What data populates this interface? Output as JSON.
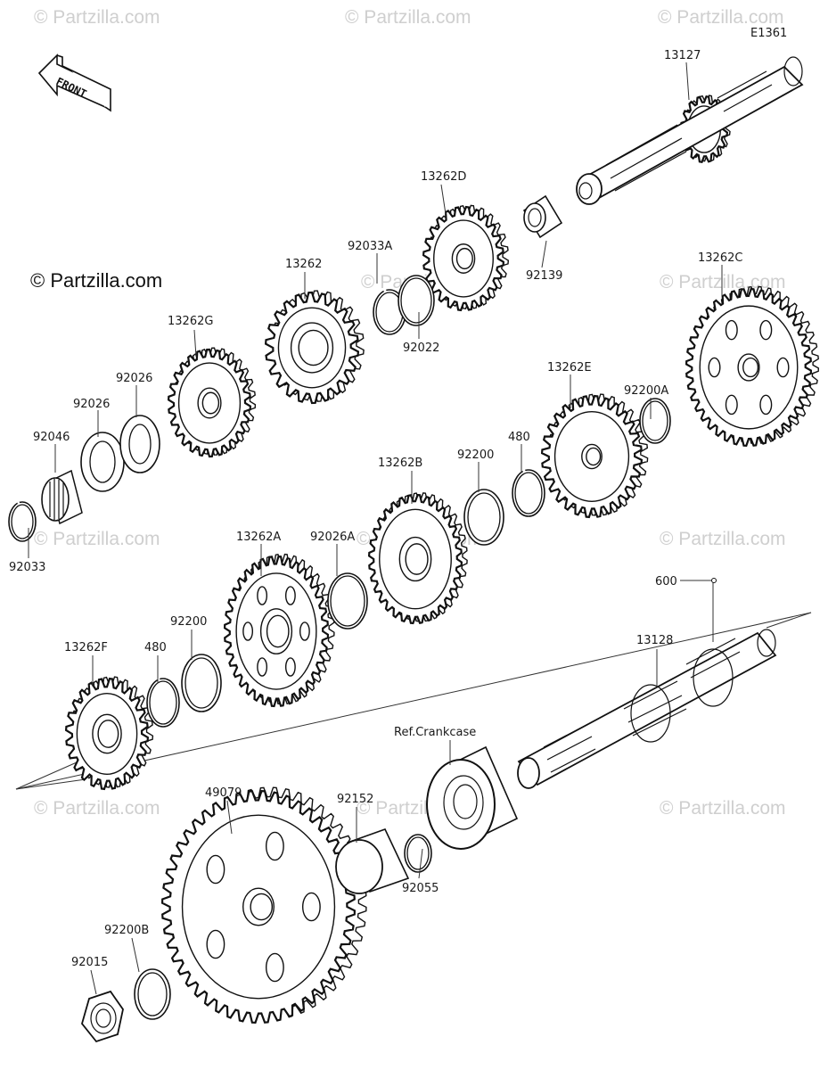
{
  "diagram": {
    "id_label": "E1361",
    "front_arrow_text": "FRONT",
    "copyright": "© Partzilla.com",
    "watermark": "© Partzilla.com",
    "ref_label": "Ref.Crankcase"
  },
  "parts": [
    {
      "key": "p13127",
      "label": "13127"
    },
    {
      "key": "p13262D",
      "label": "13262D"
    },
    {
      "key": "p92139",
      "label": "92139"
    },
    {
      "key": "p92033A",
      "label": "92033A"
    },
    {
      "key": "p92022",
      "label": "92022"
    },
    {
      "key": "p13262",
      "label": "13262"
    },
    {
      "key": "p13262G",
      "label": "13262G"
    },
    {
      "key": "p13262C",
      "label": "13262C"
    },
    {
      "key": "p92026a",
      "label": "92026"
    },
    {
      "key": "p92026b",
      "label": "92026"
    },
    {
      "key": "p92046",
      "label": "92046"
    },
    {
      "key": "p92033",
      "label": "92033"
    },
    {
      "key": "p13262E",
      "label": "13262E"
    },
    {
      "key": "p92200A",
      "label": "92200A"
    },
    {
      "key": "p480a",
      "label": "480"
    },
    {
      "key": "p92200a",
      "label": "92200"
    },
    {
      "key": "p13262B",
      "label": "13262B"
    },
    {
      "key": "p13262A",
      "label": "13262A"
    },
    {
      "key": "p92026A",
      "label": "92026A"
    },
    {
      "key": "p600",
      "label": "600"
    },
    {
      "key": "p13128",
      "label": "13128"
    },
    {
      "key": "p92200b",
      "label": "92200"
    },
    {
      "key": "p480b",
      "label": "480"
    },
    {
      "key": "p13262F",
      "label": "13262F"
    },
    {
      "key": "p49079",
      "label": "49079"
    },
    {
      "key": "p92152",
      "label": "92152"
    },
    {
      "key": "p92055",
      "label": "92055"
    },
    {
      "key": "p92200B",
      "label": "92200B"
    },
    {
      "key": "p92015",
      "label": "92015"
    }
  ]
}
